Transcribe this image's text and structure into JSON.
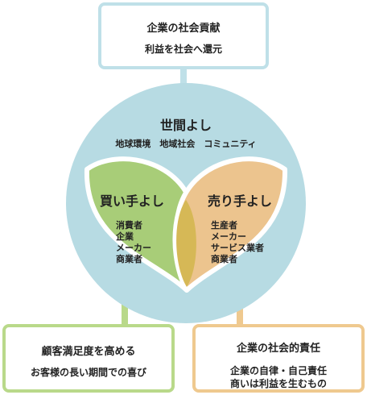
{
  "top_box": {
    "title": "企業の社会貢献",
    "subtitle": "利益を社会へ還元"
  },
  "world": {
    "title": "世間よし",
    "subtitle": "地球環境　地域社会　コミュニティ"
  },
  "buyer": {
    "title": "買い手よし",
    "items": [
      "消費者",
      "企業",
      "メーカー",
      "商業者"
    ]
  },
  "seller": {
    "title": "売り手よし",
    "items": [
      "生産者",
      "メーカー",
      "サービス業者",
      "商業者"
    ]
  },
  "left_box": {
    "title": "顧客満足度を高める",
    "subtitle": "お客様の長い期間での喜び"
  },
  "right_box": {
    "title": "企業の社会的責任",
    "lines": [
      "企業の自律・自己責任",
      "商いは利益を生むもの"
    ]
  },
  "colors": {
    "world_circle": "#b7dbe3",
    "buyer_leaf": "#a8cd78",
    "seller_leaf": "#ecc48e",
    "overlap": "#d6b856",
    "top_border": "#bfe0e8",
    "left_border": "#b9d98a",
    "right_border": "#efc98f"
  }
}
